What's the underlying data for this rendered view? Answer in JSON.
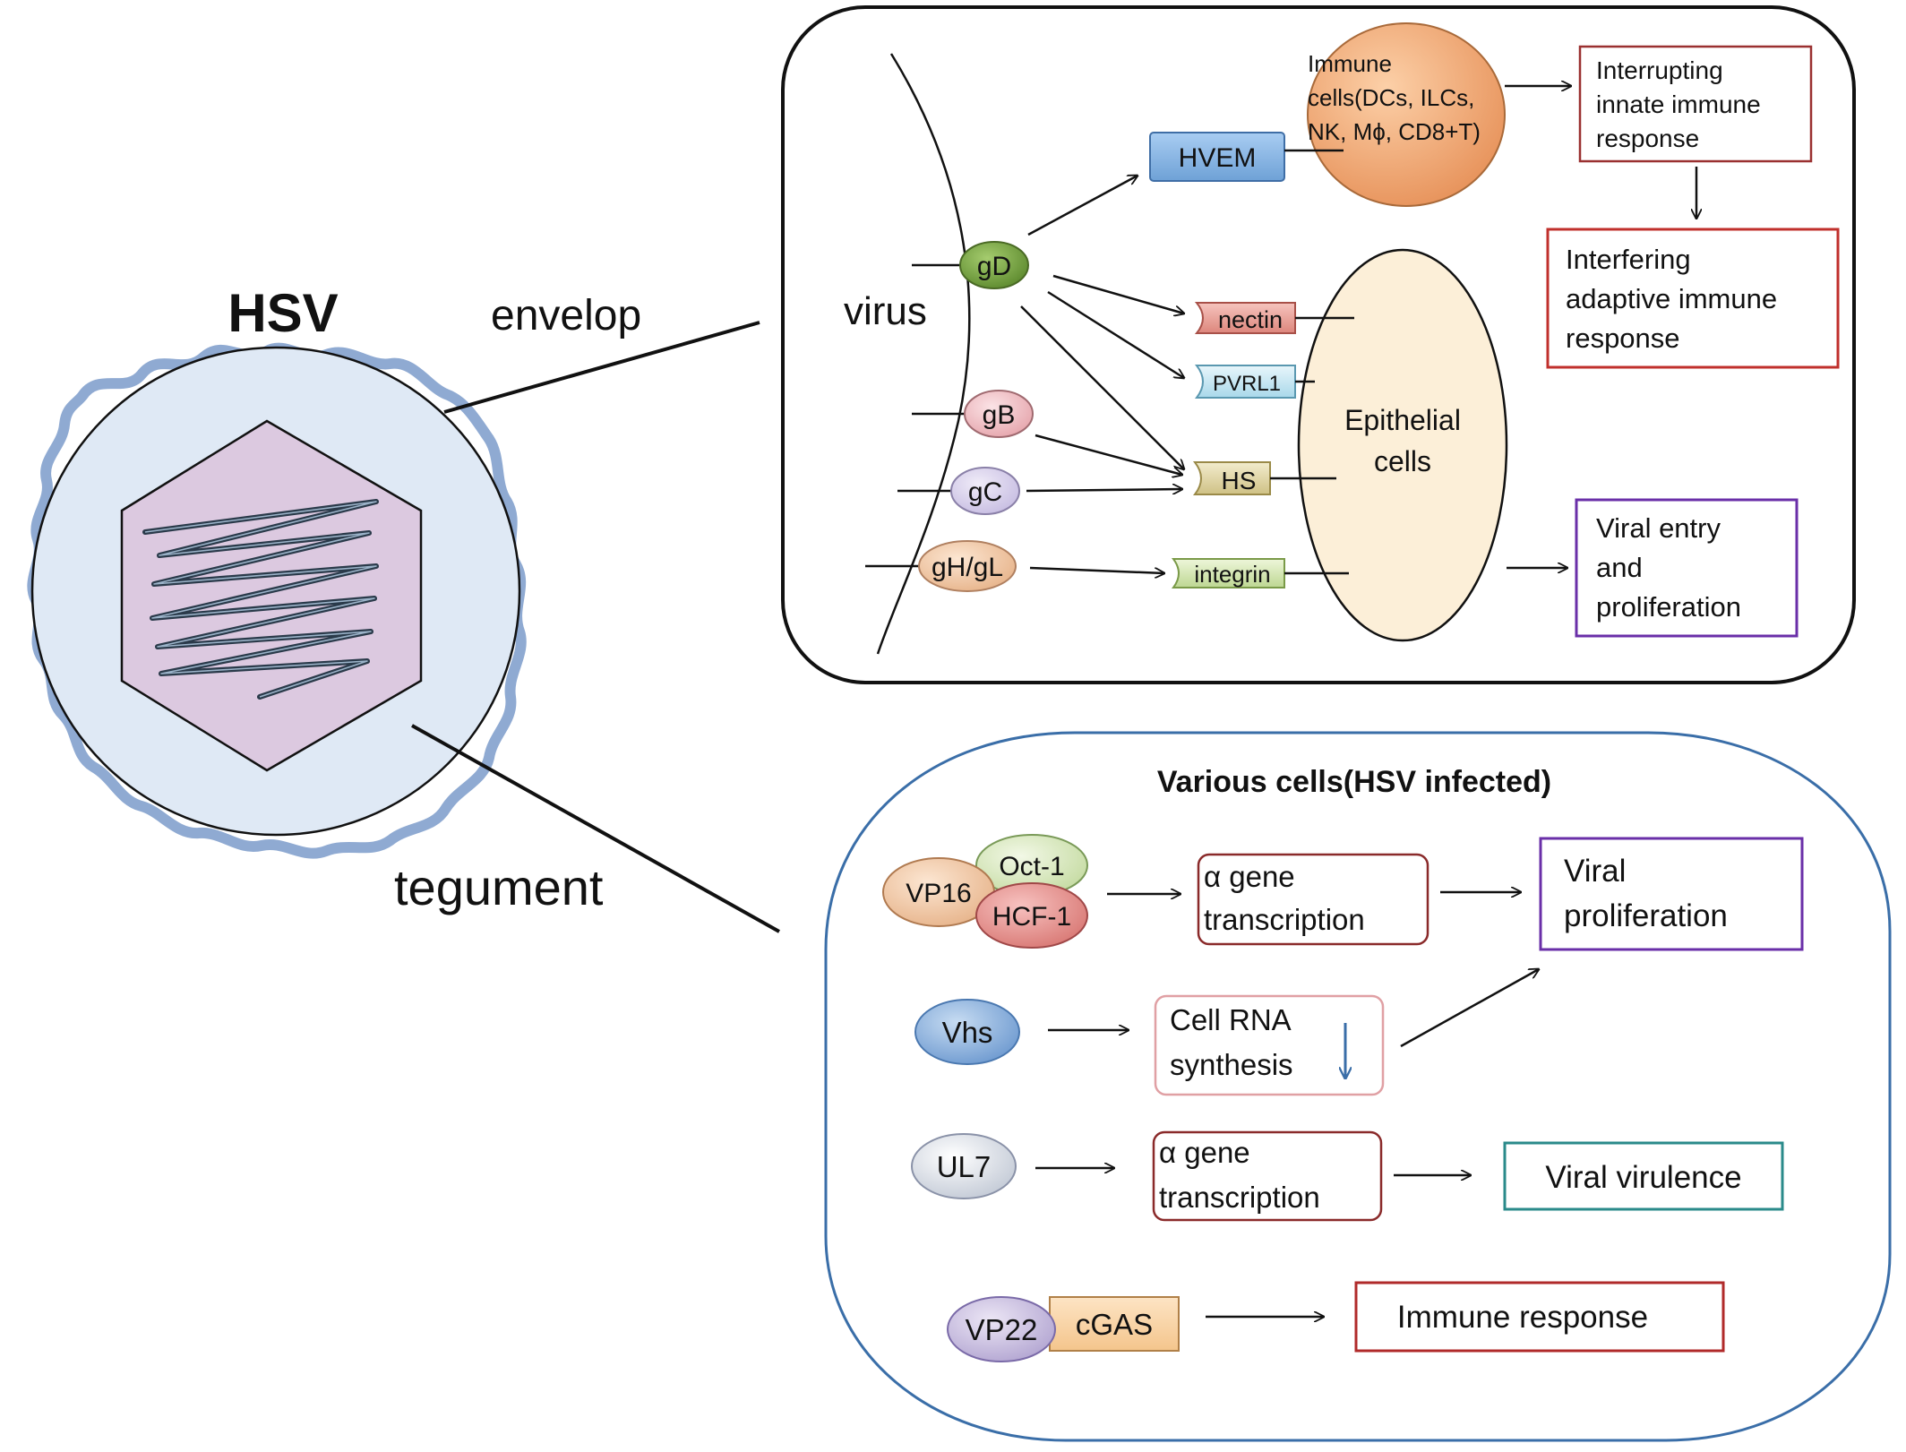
{
  "hsv": {
    "title": "HSV",
    "envelope_label": "envelop",
    "tegument_label": "tegument"
  },
  "envelope_panel": {
    "virus_label": "virus",
    "glycoproteins": {
      "gD": "gD",
      "gB": "gB",
      "gC": "gC",
      "gHgL": "gH/gL"
    },
    "receptors": {
      "hvem": "HVEM",
      "nectin": "nectin",
      "pvrl1": "PVRL1",
      "hs": "HS",
      "integrin": "integrin"
    },
    "immune_cells": {
      "line1": "Immune",
      "line2": "cells(DCs, ILCs,",
      "line3": "NK, Mϕ, CD8+T)"
    },
    "epithelial_cells": {
      "line1": "Epithelial",
      "line2": "cells"
    },
    "outcomes": {
      "interrupting": [
        "Interrupting",
        "innate immune",
        "response"
      ],
      "interfering": [
        "Interfering",
        "adaptive immune",
        "response"
      ],
      "viral_entry": [
        "Viral entry",
        "and",
        "proliferation"
      ]
    }
  },
  "tegument_panel": {
    "title": "Various cells(HSV infected)",
    "vp16": "VP16",
    "oct1": "Oct-1",
    "hcf1": "HCF-1",
    "alpha_gene_1": [
      "α gene",
      "transcription"
    ],
    "viral_proliferation": [
      "Viral",
      "proliferation"
    ],
    "vhs": "Vhs",
    "cell_rna": [
      "Cell RNA",
      "synthesis"
    ],
    "ul7": "UL7",
    "alpha_gene_2": [
      "α gene",
      "transcription"
    ],
    "viral_virulence": "Viral virulence",
    "vp22": "VP22",
    "cgas": "cGAS",
    "immune_response": "Immune response"
  },
  "colors": {
    "envelope_wave": "#8faad2",
    "capsid_fill": "#dcc9e0",
    "inner_fill": "#dfe9f5",
    "gD": "#6e9a3a",
    "hvem": "#8fb8e6",
    "immune_cells": "#f6c596",
    "epithelial": "#fcefd8",
    "red_border": "#b02a2a",
    "purple_border": "#6a2fa8",
    "teal_border": "#2a8a8a",
    "panel_blue": "#3a6ea8"
  }
}
